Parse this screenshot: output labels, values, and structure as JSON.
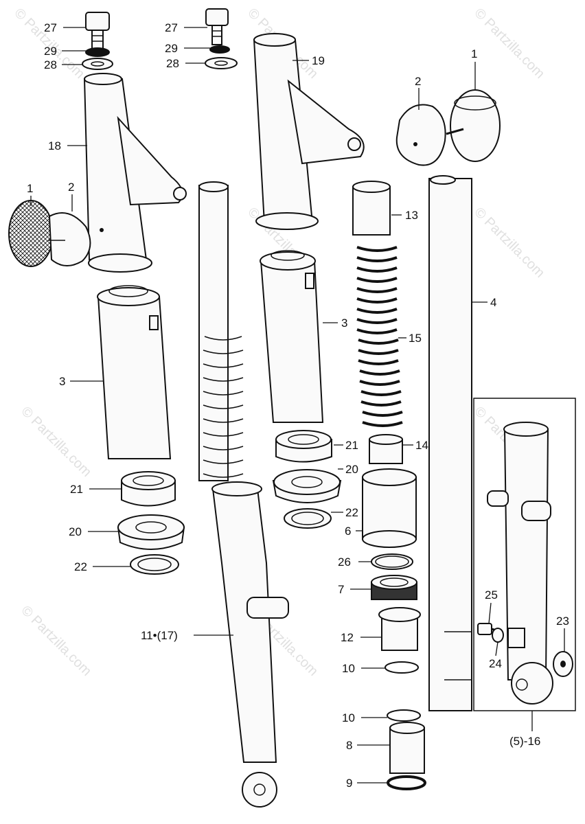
{
  "watermark": "© Partzilla.com",
  "labels": {
    "l1a": "1",
    "l2a": "2",
    "l1b": "1",
    "l2b": "2",
    "l3a": "3",
    "l3b": "3",
    "l4": "4",
    "l6": "6",
    "l7": "7",
    "l8": "8",
    "l9": "9",
    "l10a": "10",
    "l10b": "10",
    "l111": "11•(17)",
    "l12": "12",
    "l13": "13",
    "l14": "14",
    "l15": "15",
    "l16": "(5)-16",
    "l18": "18",
    "l19": "19",
    "l20a": "20",
    "l20b": "20",
    "l21a": "21",
    "l21b": "21",
    "l22a": "22",
    "l22b": "22",
    "l23": "23",
    "l24": "24",
    "l25": "25",
    "l26": "26",
    "l27a": "27",
    "l27b": "27",
    "l28a": "28",
    "l28b": "28",
    "l29a": "29",
    "l29b": "29"
  }
}
